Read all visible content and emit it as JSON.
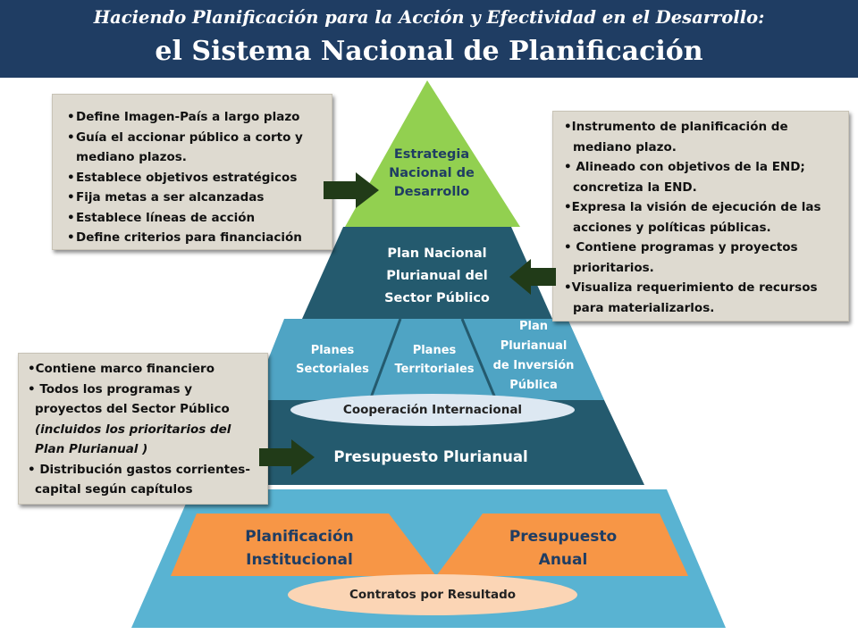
{
  "header": {
    "subtitle": "Haciendo Planificación para la Acción y Efectividad en el Desarrollo:",
    "title": "el Sistema Nacional de Planificación"
  },
  "pyramid": {
    "top": [
      "Estrategia",
      "Nacional de",
      "Desarrollo"
    ],
    "plan_nacional": [
      "Plan Nacional",
      "Plurianual del",
      "Sector Público"
    ],
    "planes_sectoriales": [
      "Planes",
      "Sectoriales"
    ],
    "planes_territoriales": [
      "Planes",
      "Territoriales"
    ],
    "plan_inversion": [
      "Plan",
      "Plurianual",
      "de Inversión",
      "Pública"
    ],
    "cooperacion": "Cooperación Internacional",
    "presupuesto_plurianual": "Presupuesto Plurianual",
    "planificacion_institucional": [
      "Planificación",
      "Institucional"
    ],
    "presupuesto_anual": [
      "Presupuesto",
      "Anual"
    ],
    "contratos": "Contratos por Resultado"
  },
  "box_end": [
    "Define Imagen-País a largo plazo",
    "Guía el accionar público a corto y",
    "mediano plazos.",
    "Establece objetivos estratégicos",
    "Fija metas a ser alcanzadas",
    "Establece líneas de acción",
    "Define criterios para financiación"
  ],
  "box_plan": [
    "Instrumento de planificación de",
    "mediano plazo.",
    "Alineado con objetivos de la END;",
    "concretiza la END.",
    "Expresa la visión de ejecución de las",
    "acciones y políticas públicas.",
    "Contiene programas y proyectos",
    "prioritarios.",
    "Visualiza requerimiento de recursos",
    "para materializarlos."
  ],
  "box_presupuesto": [
    "Contiene marco financiero",
    "Todos los programas y",
    "proyectos del Sector Público",
    "(incluidos los prioritarios del",
    "Plan Plurianual )",
    "Distribución gastos corrientes-",
    "capital según capítulos"
  ],
  "colors": {
    "header": "#1f3d63",
    "apex": "#92d050",
    "dark_teal": "#245a6e",
    "mid_teal": "#4fa4c4",
    "light_blue": "#59b3d2",
    "orange": "#f79646",
    "box": "#dedad0",
    "arrow": "#213b18"
  }
}
